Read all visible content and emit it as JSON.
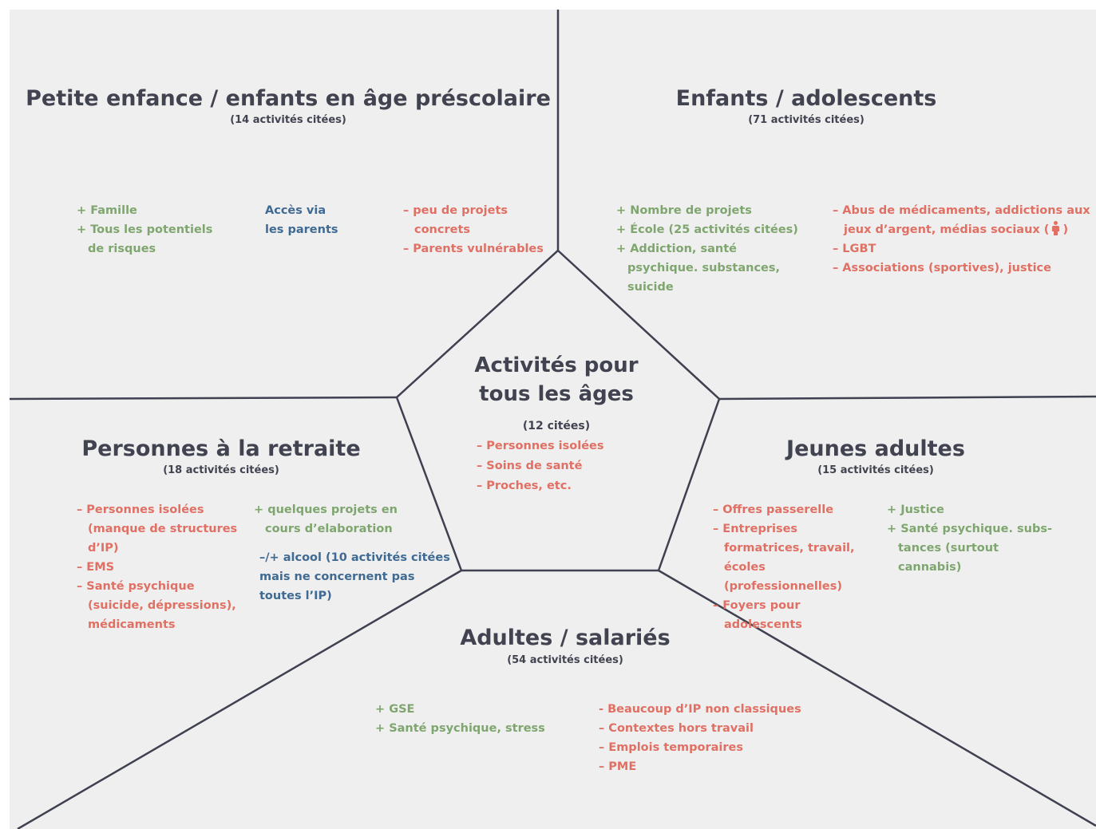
{
  "center": {
    "title_line1": "Activités pour",
    "title_line2": "tous les âges",
    "count": "(12 citées)",
    "items": [
      "– Personnes isolées",
      "– Soins de santé",
      "– Proches, etc."
    ]
  },
  "petite_enfance": {
    "title": "Petite enfance / enfants en âge préscolaire",
    "count": "(14 activités citées)",
    "plus": [
      "+ Famille",
      "+ Tous les potentiels de risques"
    ],
    "neutral": [
      "Accès via",
      "les parents"
    ],
    "minus": [
      "– peu de projets concrets",
      "– Parents vulnérables"
    ]
  },
  "enfants": {
    "title": "Enfants / adolescents",
    "count": "(71 activités citées)",
    "plus": [
      "+ Nombre de projets",
      "+ École (25 activités citées)",
      "+ Addiction, santé psychique. substances, suicide"
    ],
    "minus_first_a": "– Abus de médicaments, addictions aux",
    "minus_first_b": "jeux d’argent, médias sociaux (",
    "minus_first_c": ")",
    "minus": [
      "– LGBT",
      "– Associations (sportives), justice"
    ],
    "icon": "female-person-icon"
  },
  "retraite": {
    "title": "Personnes à la retraite",
    "count": "(18 activités citées)",
    "minus": [
      "– Personnes isolées (manque de structures d’IP)",
      "– EMS",
      "– Santé psychique (suicide, dépressions), médicaments"
    ],
    "plus": [
      "+ quelques projets en cours d’elaboration"
    ],
    "neutral": [
      "–/+ alcool (10 activités citées",
      "mais ne concernent pas",
      "toutes l’IP)"
    ]
  },
  "jeunes": {
    "title": "Jeunes adultes",
    "count": "(15 activités citées)",
    "minus": [
      "– Offres passerelle",
      "– Entreprises formatrices, travail, écoles (professionnelles)",
      "– Foyers pour adolescents"
    ],
    "plus": [
      "+ Justice",
      "+ Santé psychique. subs- tances (surtout cannabis)"
    ]
  },
  "adultes": {
    "title": "Adultes / salariés",
    "count": "(54 activités citées)",
    "plus": [
      "+ GSE",
      "+ Santé psychique, stress"
    ],
    "minus": [
      "- Beaucoup d’IP non classiques",
      "– Contextes hors travail",
      "– Emplois temporaires",
      "– PME"
    ]
  },
  "colors": {
    "background": "#efefef",
    "lines": "#3f4050",
    "positive": "#7fa66f",
    "negative": "#e07064",
    "neutral": "#3f6a93",
    "title": "#424350"
  }
}
